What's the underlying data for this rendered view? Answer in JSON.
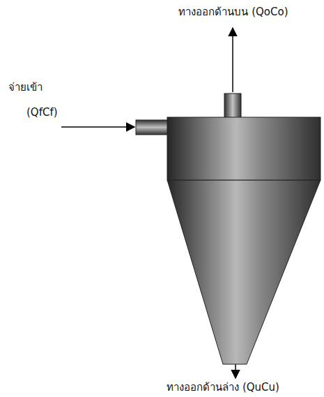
{
  "diagram": {
    "labels": [
      "ทางออกด้านบน (QoCo)",
      "จ่ายเข้า",
      "(QfCf)",
      "ทางออกด้านล่าง (QuCu)"
    ]
  }
}
